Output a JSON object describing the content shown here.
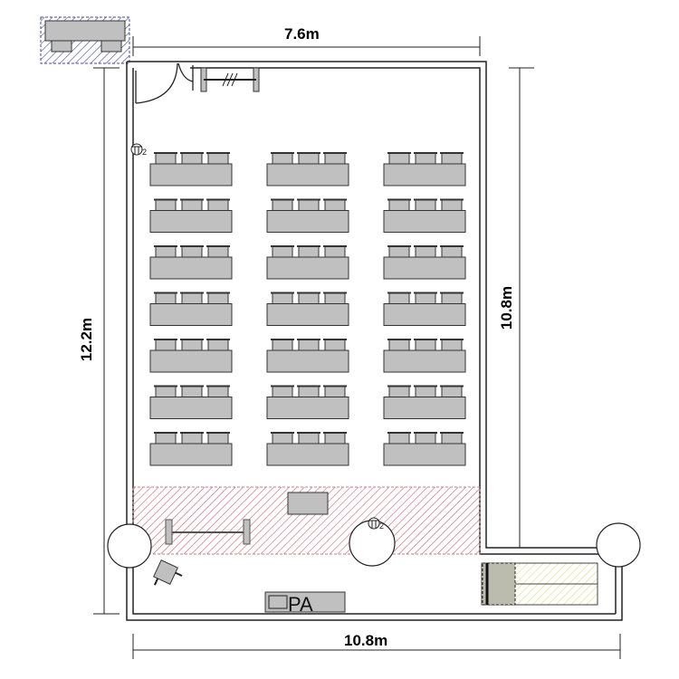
{
  "dimensions": {
    "top": "7.6m",
    "left": "12.2m",
    "right": "10.8m",
    "bottom": "10.8m"
  },
  "labels": {
    "pa": "PA",
    "outlet_count": "2"
  },
  "layout": {
    "table_columns": 3,
    "table_rows": 7,
    "chairs_per_table": 3
  },
  "colors": {
    "furniture": "#c0c0c0",
    "stage_hatch": "#d06070",
    "storage_hatch": "#4a4aa0",
    "closet_hatch": "#e0e090"
  }
}
